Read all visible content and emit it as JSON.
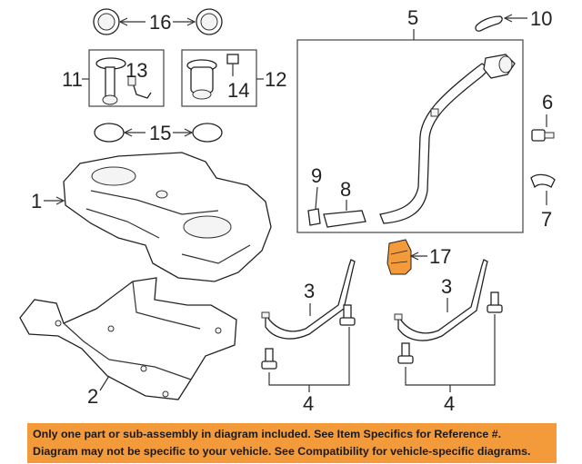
{
  "callouts": {
    "c1": "1",
    "c2": "2",
    "c3a": "3",
    "c3b": "3",
    "c4a": "4",
    "c4b": "4",
    "c5": "5",
    "c6": "6",
    "c7": "7",
    "c8": "8",
    "c9": "9",
    "c10": "10",
    "c11": "11",
    "c12": "12",
    "c13": "13",
    "c14": "14",
    "c15": "15",
    "c16": "16",
    "c17": "17"
  },
  "banner": {
    "line1": "Only one part or sub-assembly in diagram included. See Item Specifics for Reference #.",
    "line2": "Diagram may not be specific to your vehicle. See Compatibility for vehicle-specific diagrams."
  },
  "colors": {
    "highlight_part": "#f39a3b",
    "banner_bg": "#f39a3b"
  }
}
